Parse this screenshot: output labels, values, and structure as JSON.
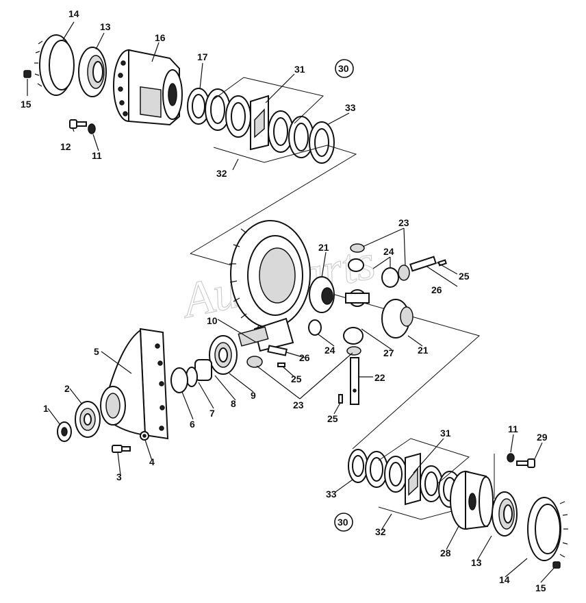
{
  "diagram": {
    "watermark_text": "Autoparts",
    "labels": {
      "p1": "1",
      "p2": "2",
      "p3": "3",
      "p4": "4",
      "p5": "5",
      "p6": "6",
      "p7": "7",
      "p8": "8",
      "p9": "9",
      "p10": "10",
      "p11_top": "11",
      "p11_bottom": "11",
      "p12": "12",
      "p13_top": "13",
      "p13_bottom": "13",
      "p14_top": "14",
      "p14_bottom": "14",
      "p15_top": "15",
      "p15_bottom": "15",
      "p16": "16",
      "p17": "17",
      "p21_left": "21",
      "p21_right": "21",
      "p22": "22",
      "p23_top": "23",
      "p23_bottom": "23",
      "p24_top": "24",
      "p24_bottom": "24",
      "p25_right": "25",
      "p25_mid": "25",
      "p25_low": "25",
      "p26_right": "26",
      "p26_mid": "26",
      "p27": "27",
      "p28": "28",
      "p29": "29",
      "p30_top": "30",
      "p30_bottom": "30",
      "p31_top": "31",
      "p31_bottom": "31",
      "p32_top": "32",
      "p32_bottom": "32",
      "p33_top": "33",
      "p33_bottom": "33"
    }
  }
}
